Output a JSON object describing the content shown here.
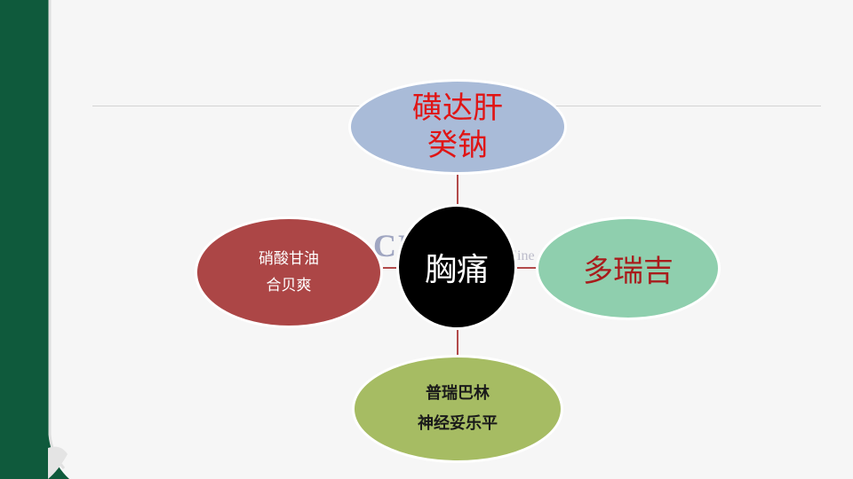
{
  "nodes": {
    "center": {
      "label": "胸痛"
    },
    "top": {
      "line1": "磺达肝",
      "line2": "癸钠"
    },
    "left": {
      "line1": "硝酸甘油",
      "line2": "合贝爽"
    },
    "right": {
      "label": "多瑞吉"
    },
    "bottom": {
      "line1": "普瑞巴林",
      "line2": "神经妥乐平"
    }
  },
  "watermark": {
    "text": "CMIT",
    "sub": "Online"
  },
  "colors": {
    "sidebar": "#0f5a3c",
    "top_fill": "#a9bbd8",
    "left_fill": "#ac4646",
    "right_fill": "#8fcfae",
    "bottom_fill": "#a6bc63",
    "center_fill": "#000000",
    "connector": "#b24a4a"
  }
}
